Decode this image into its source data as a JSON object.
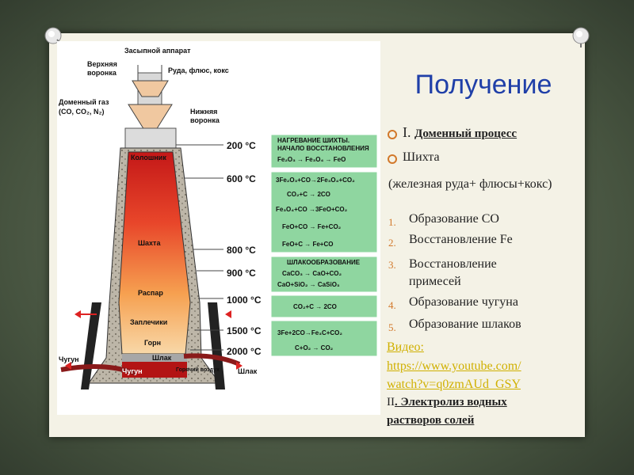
{
  "slide": {
    "title": "Получение",
    "items": [
      {
        "prefix": "I.",
        "text": "Доменный процесс"
      },
      {
        "text": "Шихта"
      },
      {
        "text": "(железная руда+ флюсы+кокс)"
      }
    ],
    "list": [
      {
        "n": "1.",
        "text": "Образование СО"
      },
      {
        "n": "2.",
        "text": "Восстановление Fe"
      },
      {
        "n": "3.",
        "text": "Восстановление примесей"
      },
      {
        "n": "4.",
        "text": "Образование чугуна"
      },
      {
        "n": "5.",
        "text": "Образование шлаков"
      }
    ],
    "video_label": "Видео:",
    "video_url_l1": "https://www.youtube.com/",
    "video_url_l2": "watch?v=q0zmAUd_GSY",
    "part2_prefix": "II",
    "part2_text": ". Электролиз водных",
    "part2_text2": "растворов солей"
  },
  "diagram": {
    "labels": {
      "charging": "Засыпной аппарат",
      "upper_funnel_1": "Верхняя",
      "upper_funnel_2": "воронка",
      "ore": "Руда, флюс, кокс",
      "gas_1": "Доменный газ",
      "gas_2": "(CO, CO₂, N₂)",
      "lower_funnel_1": "Нижняя",
      "lower_funnel_2": "воронка",
      "koloshnik": "Колошник",
      "shaft": "Шахта",
      "raspar": "Распар",
      "zaplechiki": "Заплечики",
      "gorn": "Горн",
      "slag_in": "Шлак",
      "pig_in": "Чугун",
      "hot_air": "Горячий воздух",
      "pig_out": "Чугун",
      "slag_out": "Шлак"
    },
    "temps": [
      "200 °C",
      "600 °C",
      "800 °C",
      "900 °C",
      "1000 °C",
      "1500 °C",
      "2000 °C"
    ],
    "boxes": [
      {
        "lines": [
          "НАГРЕВАНИЕ ШИХТЫ.",
          "НАЧАЛО ВОССТАНОВЛЕНИЯ",
          "Fe₂O₃ → Fe₃O₄ → FeO"
        ]
      },
      {
        "lines": [
          "3Fe₂O₃+CO→2Fe₃O₄+CO₂",
          "CO₂+C → 2CO",
          "Fe₃O₄+CO →3FeO+CO₂",
          "FeO+CO → Fe+CO₂",
          "FeO+C → Fe+CO"
        ]
      },
      {
        "lines": [
          "ШЛАКООБРАЗОВАНИЕ",
          "CaCO₃ → CaO+CO₂",
          "CaO+SiO₂ → CaSiO₃"
        ]
      },
      {
        "lines": [
          "CO₂+C → 2CO"
        ]
      },
      {
        "lines": [
          "3Fe+2CO→Fe₃C+CO₂",
          "C+O₂ → CO₂"
        ]
      }
    ]
  }
}
